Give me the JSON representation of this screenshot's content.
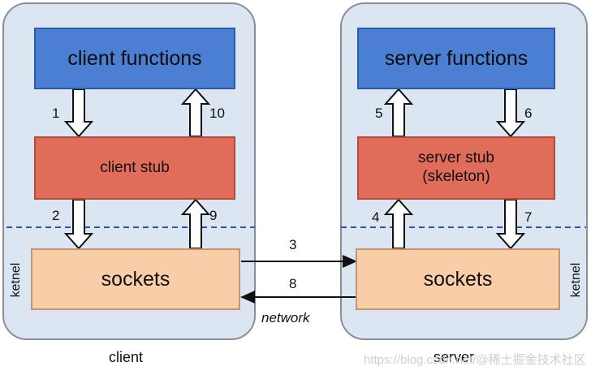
{
  "client": {
    "functions": "client functions",
    "stub": "client stub",
    "sockets": "sockets",
    "kernel": "ketnel",
    "caption": "client"
  },
  "server": {
    "functions": "server functions",
    "stub": "server stub\n(skeleton)",
    "sockets": "sockets",
    "kernel": "ketnel",
    "caption": "server"
  },
  "steps": {
    "s1": "1",
    "s2": "2",
    "s3": "3",
    "s4": "4",
    "s5": "5",
    "s6": "6",
    "s7": "7",
    "s8": "8",
    "s9": "9",
    "s10": "10"
  },
  "network": "network",
  "watermark": "https://blog.csdn.net/@稀土掘金技术社区"
}
